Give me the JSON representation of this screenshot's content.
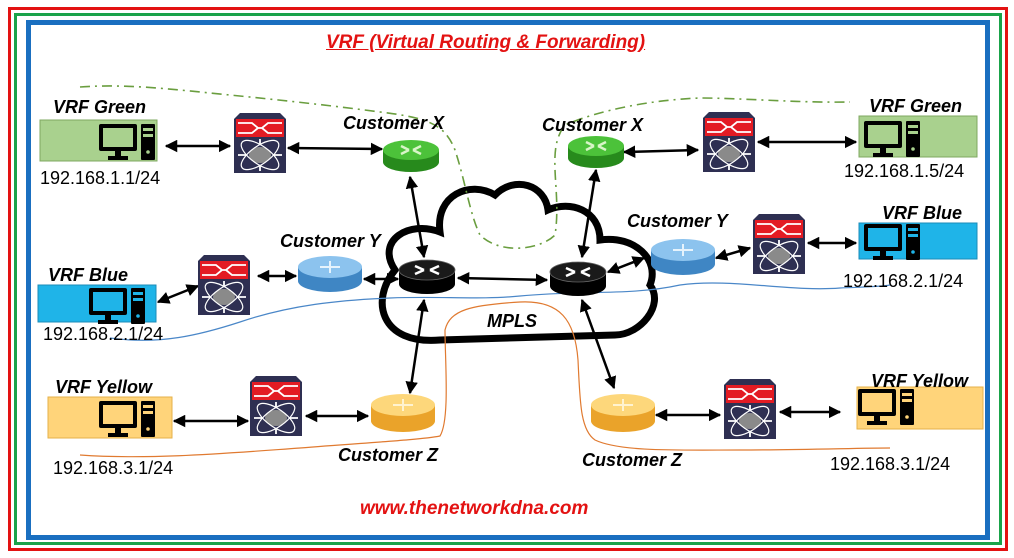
{
  "title": "VRF (Virtual Routing & Forwarding)",
  "footer": "www.thenetworkdna.com",
  "cloud_label": "MPLS",
  "colors": {
    "title": "#e31212",
    "vrf_green": "#a9d18e",
    "vrf_blue": "#1fb4e8",
    "vrf_yellow": "#ffd47a",
    "router_green": "#3aa12a",
    "router_blue": "#5aa6dc",
    "router_yellow": "#f7c04a",
    "pe_router": "#111111",
    "switch_body": "#2e2f52",
    "switch_top": "#e31b23"
  },
  "left_sites": [
    {
      "vrf": "VRF Green",
      "ip": "192.168.1.1/24",
      "customer": "Customer X"
    },
    {
      "vrf": "VRF Blue",
      "ip": "192.168.2.1/24",
      "customer": "Customer Y"
    },
    {
      "vrf": "VRF Yellow",
      "ip": "192.168.3.1/24",
      "customer": "Customer Z"
    }
  ],
  "right_sites": [
    {
      "vrf": "VRF Green",
      "ip": "192.168.1.5/24",
      "customer": "Customer X"
    },
    {
      "vrf": "VRF Blue",
      "ip": "192.168.2.1/24",
      "customer": "Customer Y"
    },
    {
      "vrf": "VRF Yellow",
      "ip": "192.168.3.1/24",
      "customer": "Customer Z"
    }
  ],
  "icons": {
    "host": "desktop-computer-icon",
    "switch": "multilayer-switch-icon",
    "router": "router-icon"
  }
}
